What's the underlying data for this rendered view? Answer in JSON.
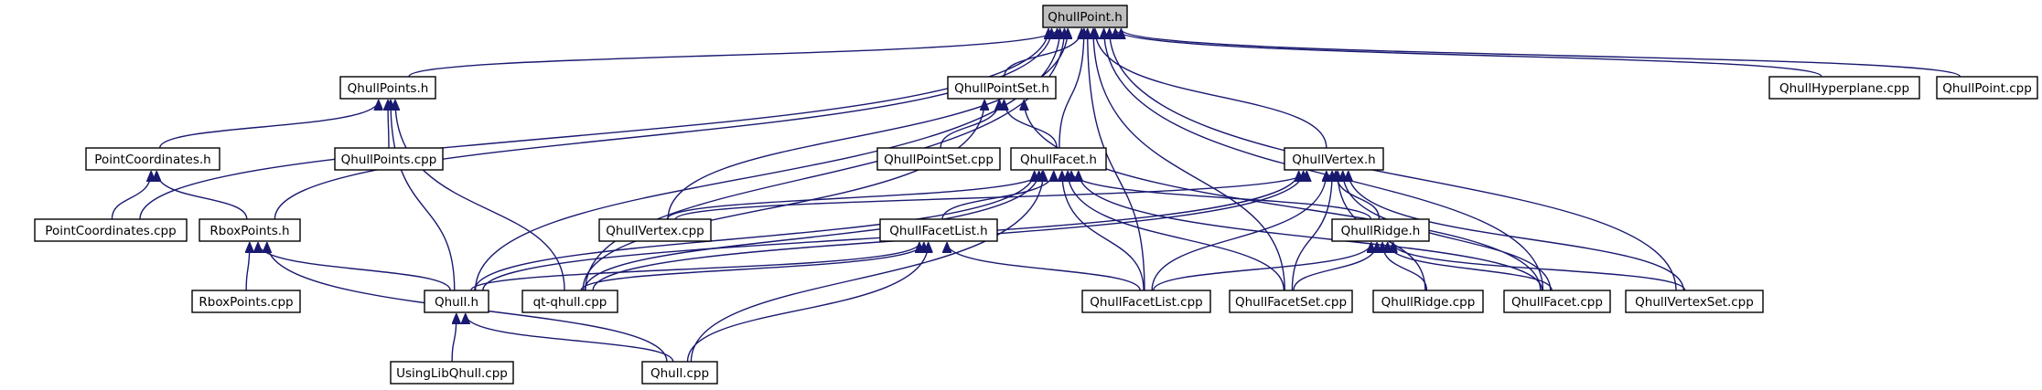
{
  "graph": {
    "type": "include-dependency-graph",
    "colors": {
      "edge": "#191970",
      "root_fill": "#bfbfbf",
      "node_fill": "#ffffff",
      "node_border": "#000000"
    },
    "nodes": [
      {
        "id": "qhullpoint_h",
        "label": "QhullPoint.h",
        "root": true
      },
      {
        "id": "qhullpoints_h",
        "label": "QhullPoints.h"
      },
      {
        "id": "qhullpointset_h",
        "label": "QhullPointSet.h"
      },
      {
        "id": "qhullhyperplane_cpp",
        "label": "QhullHyperplane.cpp"
      },
      {
        "id": "qhullpoint_cpp",
        "label": "QhullPoint.cpp"
      },
      {
        "id": "pointcoordinates_h",
        "label": "PointCoordinates.h"
      },
      {
        "id": "qhullpoints_cpp",
        "label": "QhullPoints.cpp"
      },
      {
        "id": "qhullpointset_cpp",
        "label": "QhullPointSet.cpp"
      },
      {
        "id": "qhullfacet_h",
        "label": "QhullFacet.h"
      },
      {
        "id": "qhullvertex_h",
        "label": "QhullVertex.h"
      },
      {
        "id": "pointcoordinates_cpp",
        "label": "PointCoordinates.cpp"
      },
      {
        "id": "rboxpoints_h",
        "label": "RboxPoints.h"
      },
      {
        "id": "qhullvertex_cpp",
        "label": "QhullVertex.cpp"
      },
      {
        "id": "qhullfacetlist_h",
        "label": "QhullFacetList.h"
      },
      {
        "id": "qhullridge_h",
        "label": "QhullRidge.h"
      },
      {
        "id": "rboxpoints_cpp",
        "label": "RboxPoints.cpp"
      },
      {
        "id": "qhull_h",
        "label": "Qhull.h"
      },
      {
        "id": "qt_qhull_cpp",
        "label": "qt-qhull.cpp"
      },
      {
        "id": "qhullfacetlist_cpp",
        "label": "QhullFacetList.cpp"
      },
      {
        "id": "qhullfacetset_cpp",
        "label": "QhullFacetSet.cpp"
      },
      {
        "id": "qhullridge_cpp",
        "label": "QhullRidge.cpp"
      },
      {
        "id": "qhullfacet_cpp",
        "label": "QhullFacet.cpp"
      },
      {
        "id": "qhullvertexset_cpp",
        "label": "QhullVertexSet.cpp"
      },
      {
        "id": "usinglibqhull_cpp",
        "label": "UsingLibQhull.cpp"
      },
      {
        "id": "qhull_cpp",
        "label": "Qhull.cpp"
      }
    ],
    "edges": [
      [
        "qhullpoints_h",
        "qhullpoint_h"
      ],
      [
        "qhullpointset_h",
        "qhullpoint_h"
      ],
      [
        "qhullhyperplane_cpp",
        "qhullpoint_h"
      ],
      [
        "qhullpoint_cpp",
        "qhullpoint_h"
      ],
      [
        "qhullfacet_h",
        "qhullpoint_h"
      ],
      [
        "qhullvertex_h",
        "qhullpoint_h"
      ],
      [
        "pointcoordinates_cpp",
        "qhullpoint_h"
      ],
      [
        "rboxpoints_h",
        "qhullpoint_h"
      ],
      [
        "qhullvertex_cpp",
        "qhullpoint_h"
      ],
      [
        "qhull_h",
        "qhullpoint_h"
      ],
      [
        "qt_qhull_cpp",
        "qhullpoint_h"
      ],
      [
        "qhullfacetlist_cpp",
        "qhullpoint_h"
      ],
      [
        "qhullfacetset_cpp",
        "qhullpoint_h"
      ],
      [
        "qhullfacet_cpp",
        "qhullpoint_h"
      ],
      [
        "qhullvertexset_cpp",
        "qhullpoint_h"
      ],
      [
        "pointcoordinates_h",
        "qhullpoints_h"
      ],
      [
        "qhullpoints_cpp",
        "qhullpoints_h"
      ],
      [
        "qhull_h",
        "qhullpoints_h"
      ],
      [
        "qt_qhull_cpp",
        "qhullpoints_h"
      ],
      [
        "qhullpointset_cpp",
        "qhullpointset_h"
      ],
      [
        "qhullfacet_h",
        "qhullpointset_h"
      ],
      [
        "qt_qhull_cpp",
        "qhullpointset_h"
      ],
      [
        "qhullfacet_cpp",
        "qhullpointset_h"
      ],
      [
        "pointcoordinates_cpp",
        "pointcoordinates_h"
      ],
      [
        "rboxpoints_h",
        "pointcoordinates_h"
      ],
      [
        "rboxpoints_cpp",
        "rboxpoints_h"
      ],
      [
        "qhull_h",
        "rboxpoints_h"
      ],
      [
        "qhull_cpp",
        "rboxpoints_h"
      ],
      [
        "qhullvertex_cpp",
        "qhullfacet_h"
      ],
      [
        "qhullfacetlist_h",
        "qhullfacet_h"
      ],
      [
        "qhullridge_h",
        "qhullfacet_h"
      ],
      [
        "qhull_h",
        "qhullfacet_h"
      ],
      [
        "qt_qhull_cpp",
        "qhullfacet_h"
      ],
      [
        "qhullfacetlist_cpp",
        "qhullfacet_h"
      ],
      [
        "qhullfacetset_cpp",
        "qhullfacet_h"
      ],
      [
        "qhullfacet_cpp",
        "qhullfacet_h"
      ],
      [
        "qhull_cpp",
        "qhullfacet_h"
      ],
      [
        "qhullvertex_cpp",
        "qhullvertex_h"
      ],
      [
        "qhullridge_h",
        "qhullvertex_h"
      ],
      [
        "qhull_h",
        "qhullvertex_h"
      ],
      [
        "qt_qhull_cpp",
        "qhullvertex_h"
      ],
      [
        "qhullfacetlist_cpp",
        "qhullvertex_h"
      ],
      [
        "qhullfacetset_cpp",
        "qhullvertex_h"
      ],
      [
        "qhullridge_cpp",
        "qhullvertex_h"
      ],
      [
        "qhullfacet_cpp",
        "qhullvertex_h"
      ],
      [
        "qhullvertexset_cpp",
        "qhullvertex_h"
      ],
      [
        "qhull_h",
        "qhullfacetlist_h"
      ],
      [
        "qt_qhull_cpp",
        "qhullfacetlist_h"
      ],
      [
        "qhullfacetlist_cpp",
        "qhullfacetlist_h"
      ],
      [
        "qhull_cpp",
        "qhullfacetlist_h"
      ],
      [
        "qhullfacetlist_cpp",
        "qhullridge_h"
      ],
      [
        "qhullfacetset_cpp",
        "qhullridge_h"
      ],
      [
        "qhullridge_cpp",
        "qhullridge_h"
      ],
      [
        "qhullfacet_cpp",
        "qhullridge_h"
      ],
      [
        "qhullvertexset_cpp",
        "qhullridge_h"
      ],
      [
        "usinglibqhull_cpp",
        "qhull_h"
      ],
      [
        "qhull_cpp",
        "qhull_h"
      ]
    ]
  }
}
